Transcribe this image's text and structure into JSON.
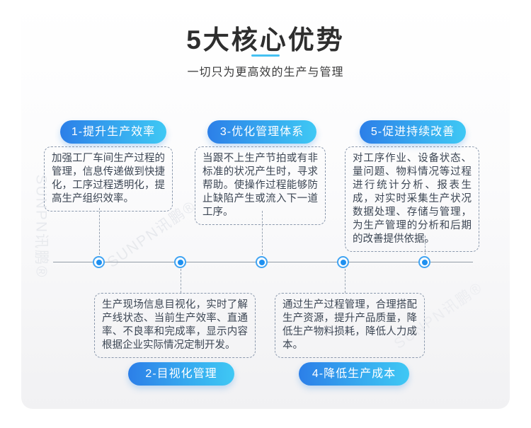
{
  "header": {
    "title": "5大核心优势",
    "subtitle": "一切只为更高效的生产与管理"
  },
  "advantages": [
    {
      "badge": "1-提升生产效率",
      "text": "加强工厂车间生产过程的管理，信息传递做到快捷化，工序过程透明化，提高生产组织效率。",
      "position": "above-timeline"
    },
    {
      "badge": "2-目视化管理",
      "text": "生产现场信息目视化，实时了解产线状态、当前生产效率、直通率、不良率和完成率，显示内容根据企业实际情况定制开发。",
      "position": "below-timeline"
    },
    {
      "badge": "3-优化管理体系",
      "text": "当跟不上生产节拍或有非标准的状况产生时，寻求帮助。使操作过程能够防止缺陷产生或流入下一道工序。",
      "position": "above-timeline"
    },
    {
      "badge": "4-降低生产成本",
      "text": "通过生产过程管理，合理搭配生产资源，提升产品质量，降低生产物料损耗，降低人力成本。",
      "position": "below-timeline"
    },
    {
      "badge": "5-促进持续改善",
      "text": "对工序作业、设备状态、量问题、物料情况等过程进行统计分析、报表生成，对实时采集生产状况数据处理、存储与管理，为生产管理的分析和后期的改善提供依据。",
      "position": "above-timeline"
    }
  ],
  "watermark": {
    "text": "SUNPN讯鹏®"
  },
  "colors": {
    "badge_gradient_start": "#2c7fe8",
    "badge_gradient_end": "#3fc8f4",
    "title_underline": "#45c1f2",
    "timeline_line": "#929ca7",
    "dot_blue": "#1e90f0",
    "box_border": "#8b99ad",
    "box_text": "#3c4654",
    "panel_bottom": "#f1f1f3"
  }
}
